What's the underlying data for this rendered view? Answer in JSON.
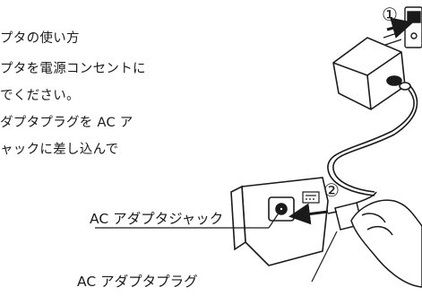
{
  "instructions": {
    "lines": [
      "プタの使い方",
      "プタを電源コンセントに",
      "でください。",
      "ダプタプラグを AC ア",
      "ャックに差し込んで"
    ]
  },
  "steps": {
    "step1_marker": "①",
    "step2_marker": "②"
  },
  "callouts": {
    "jack_label": "AC アダプタジャック",
    "plug_label": "AC アダプタプラグ"
  },
  "icons": {
    "arrow": "arrow-icon",
    "dc_symbol": "dc-symbol-icon"
  }
}
